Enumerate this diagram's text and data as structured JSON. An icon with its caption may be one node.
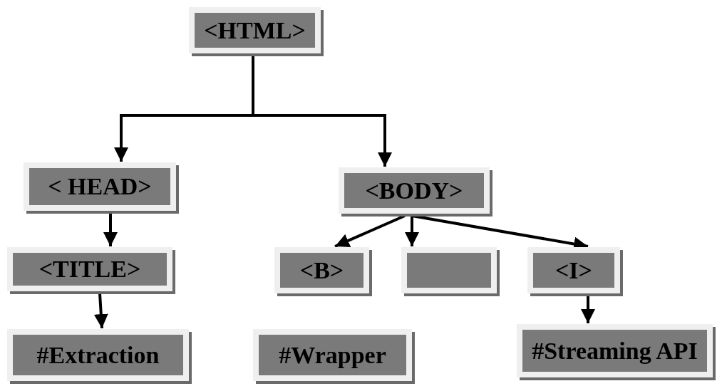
{
  "diagram": {
    "nodes": [
      {
        "text": [
          "<HTML>"
        ]
      },
      {
        "text": [
          "< HEAD>"
        ]
      },
      {
        "text": [
          "<BODY>"
        ]
      },
      {
        "text": [
          "<TITLE>"
        ]
      },
      {
        "text": [
          "<B>"
        ]
      },
      {
        "text": [],
        "shape": "box"
      },
      {
        "text": [
          "<I>"
        ]
      },
      {
        "text": [
          "#Extraction"
        ]
      },
      {
        "text": [
          "#Wrapper"
        ]
      },
      {
        "text": [
          "#Streaming API"
        ]
      }
    ],
    "edges": [
      {
        "from": 0,
        "to": 1,
        "arrow": "to"
      },
      {
        "from": 0,
        "to": 2,
        "arrow": "to"
      },
      {
        "from": 1,
        "to": 3,
        "arrow": "to"
      },
      {
        "from": 3,
        "to": 7,
        "arrow": "to"
      },
      {
        "from": 2,
        "to": 4,
        "arrow": "to"
      },
      {
        "from": 2,
        "to": 5,
        "arrow": "to"
      },
      {
        "from": 2,
        "to": 6,
        "arrow": "to"
      },
      {
        "from": 6,
        "to": 9,
        "arrow": "to"
      }
    ]
  }
}
